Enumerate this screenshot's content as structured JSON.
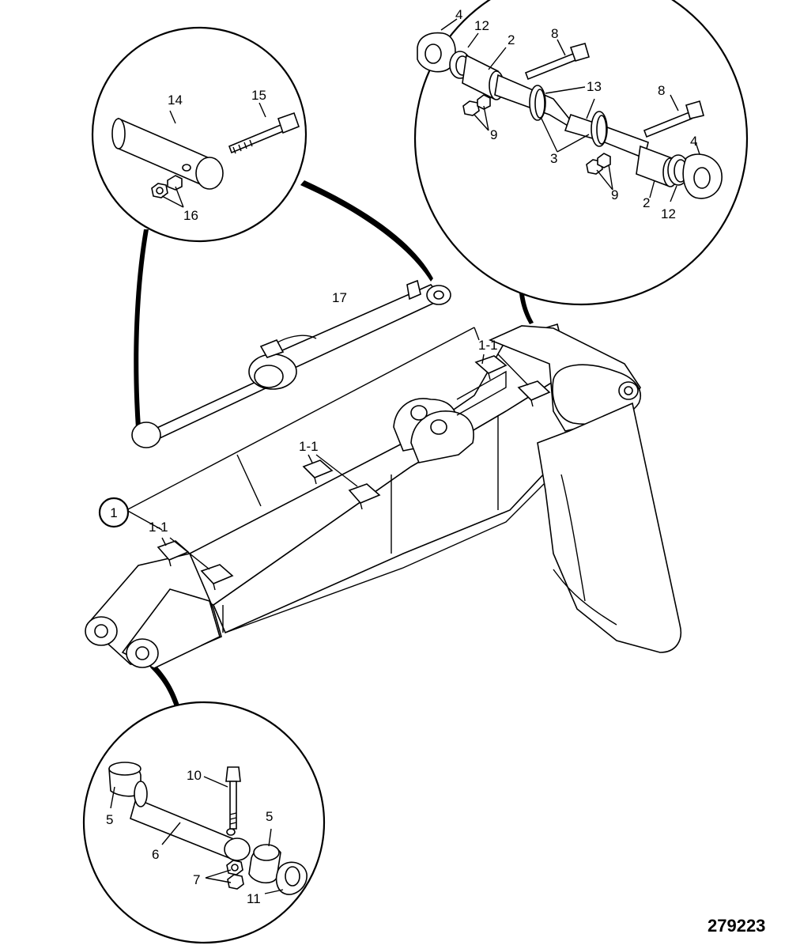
{
  "drawing": {
    "number": "279223",
    "callout_main": "1"
  },
  "labels": {
    "l1_1_top": "1-1",
    "l1_1_mid": "1-1",
    "l1_1_left": "1-1",
    "l2a": "2",
    "l2b": "2",
    "l3": "3",
    "l4a": "4",
    "l4b": "4",
    "l5a": "5",
    "l5b": "5",
    "l6": "6",
    "l7": "7",
    "l8a": "8",
    "l8b": "8",
    "l9a": "9",
    "l9b": "9",
    "l10": "10",
    "l11": "11",
    "l12a": "12",
    "l12b": "12",
    "l13": "13",
    "l14": "14",
    "l15": "15",
    "l16": "16",
    "l17": "17"
  }
}
